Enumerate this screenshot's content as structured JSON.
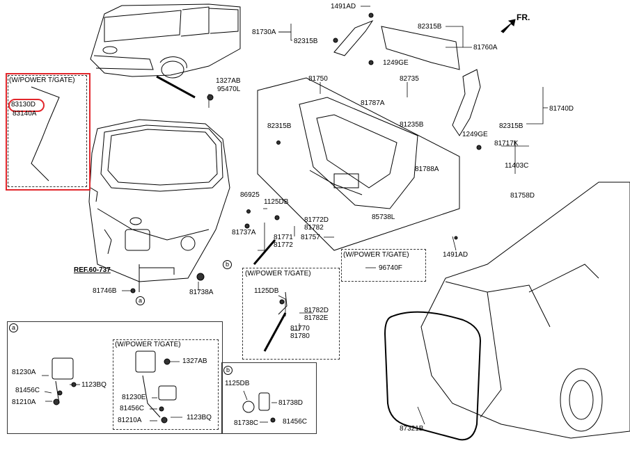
{
  "direction_label": "FR.",
  "ref_label": "REF.60-737",
  "option_label": "(W/POWER T/GATE)",
  "callouts": {
    "a": "a",
    "b": "b"
  },
  "parts": {
    "p1491AD_top": "1491AD",
    "p81730A": "81730A",
    "p82315B_1": "82315B",
    "p82315B_2": "82315B",
    "p81760A": "81760A",
    "p1249GE_1": "1249GE",
    "p1327AB_1": "1327AB",
    "p95470L": "95470L",
    "p83130D": "83130D",
    "p83140A": "83140A",
    "p81750": "81750",
    "p82735": "82735",
    "p81787A": "81787A",
    "p81740D": "81740D",
    "p82315B_3": "82315B",
    "p81235B": "81235B",
    "p1249GE_2": "1249GE",
    "p82315B_4": "82315B",
    "p81717K": "81717K",
    "p81788A": "81788A",
    "p11403C": "11403C",
    "p81758D": "81758D",
    "p86925": "86925",
    "p1125DB_1": "1125DB",
    "p81772D_1": "81772D",
    "p81782_1": "81782",
    "p81737A": "81737A",
    "p81771": "81771",
    "p81772": "81772",
    "p81757": "81757",
    "p85738L": "85738L",
    "p1491AD_2": "1491AD",
    "p96740F": "96740F",
    "p81746B": "81746B",
    "p81738A": "81738A",
    "p1125DB_2": "1125DB",
    "p81782D": "81782D",
    "p81782E": "81782E",
    "p81770": "81770",
    "p81780": "81780",
    "p81230A": "81230A",
    "p1123BQ_1": "1123BQ",
    "p81456C_1": "81456C",
    "p81210A_1": "81210A",
    "p1327AB_2": "1327AB",
    "p81230E": "81230E",
    "p81456C_2": "81456C",
    "p81210A_2": "81210A",
    "p1123BQ_2": "1123BQ",
    "p1125DB_3": "1125DB",
    "p81738D": "81738D",
    "p81738C": "81738C",
    "p81456C_3": "81456C",
    "p87321B": "87321B"
  },
  "highlight_color": "#e2262b"
}
